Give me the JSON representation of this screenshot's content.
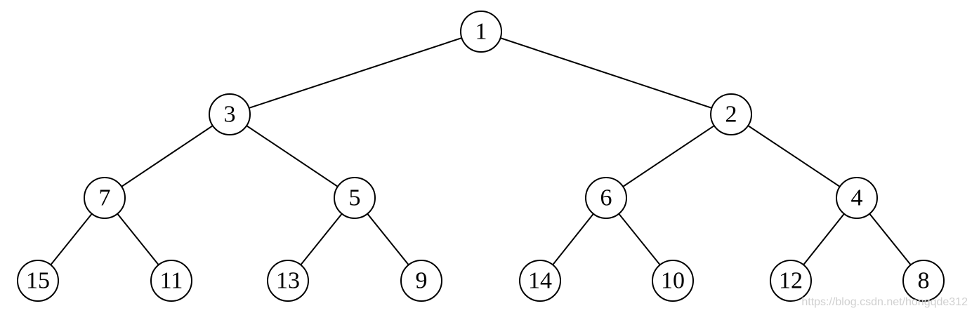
{
  "tree": {
    "nodes": [
      {
        "id": "n1",
        "label": "1",
        "level": 0,
        "order": 0
      },
      {
        "id": "n3",
        "label": "3",
        "level": 1,
        "order": 0
      },
      {
        "id": "n2",
        "label": "2",
        "level": 1,
        "order": 1
      },
      {
        "id": "n7",
        "label": "7",
        "level": 2,
        "order": 0
      },
      {
        "id": "n5",
        "label": "5",
        "level": 2,
        "order": 1
      },
      {
        "id": "n6",
        "label": "6",
        "level": 2,
        "order": 2
      },
      {
        "id": "n4",
        "label": "4",
        "level": 2,
        "order": 3
      },
      {
        "id": "n15",
        "label": "15",
        "level": 3,
        "order": 0
      },
      {
        "id": "n11",
        "label": "11",
        "level": 3,
        "order": 1
      },
      {
        "id": "n13",
        "label": "13",
        "level": 3,
        "order": 2
      },
      {
        "id": "n9",
        "label": "9",
        "level": 3,
        "order": 3
      },
      {
        "id": "n14",
        "label": "14",
        "level": 3,
        "order": 4
      },
      {
        "id": "n10",
        "label": "10",
        "level": 3,
        "order": 5
      },
      {
        "id": "n12",
        "label": "12",
        "level": 3,
        "order": 6
      },
      {
        "id": "n8",
        "label": "8",
        "level": 3,
        "order": 7
      }
    ],
    "edges": [
      {
        "from": "n1",
        "to": "n3"
      },
      {
        "from": "n1",
        "to": "n2"
      },
      {
        "from": "n3",
        "to": "n7"
      },
      {
        "from": "n3",
        "to": "n5"
      },
      {
        "from": "n2",
        "to": "n6"
      },
      {
        "from": "n2",
        "to": "n4"
      },
      {
        "from": "n7",
        "to": "n15"
      },
      {
        "from": "n7",
        "to": "n11"
      },
      {
        "from": "n5",
        "to": "n13"
      },
      {
        "from": "n5",
        "to": "n9"
      },
      {
        "from": "n6",
        "to": "n14"
      },
      {
        "from": "n6",
        "to": "n10"
      },
      {
        "from": "n4",
        "to": "n12"
      },
      {
        "from": "n4",
        "to": "n8"
      }
    ]
  },
  "watermark": {
    "text": "https://blog.csdn.net/hongqde312"
  }
}
